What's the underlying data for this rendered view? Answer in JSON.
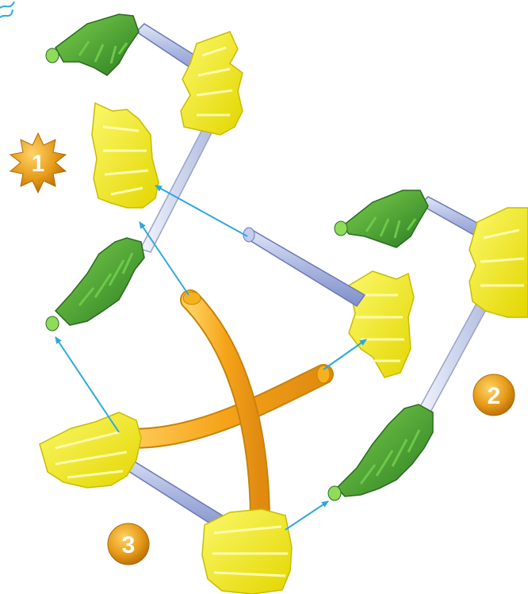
{
  "steps": [
    {
      "number": "1",
      "badge": "starburst"
    },
    {
      "number": "2",
      "badge": "circle"
    },
    {
      "number": "3",
      "badge": "circle"
    }
  ],
  "colors": {
    "connector_yellow": "#f4f02a",
    "connector_green": "#3f9b2c",
    "rod_blue": "#b4bfe3",
    "rod_white": "#e4e8f5",
    "flex_rod_orange": "#f5b21f",
    "arrow": "#2ea7de",
    "badge_gold": "#e49a1a"
  },
  "icons": [
    "starburst-badge-icon",
    "circle-badge-icon"
  ]
}
